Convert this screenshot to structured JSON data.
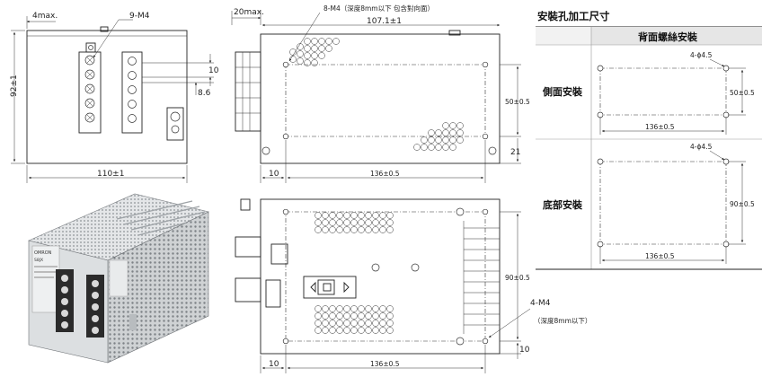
{
  "front_view": {
    "dim_4max": "4max.",
    "dim_screw": "9-M4",
    "dim_height": "92±1",
    "dim_10": "10",
    "dim_86": "8.6",
    "dim_width": "110±1"
  },
  "side_view": {
    "dim_20max": "20max.",
    "dim_screw": "8-M4（深度8mm以下 包含對向面）",
    "dim_length": "107.1±1",
    "dim_50": "50±0.5",
    "dim_21": "21",
    "dim_10": "10",
    "dim_136": "136±0.5"
  },
  "bottom_view": {
    "dim_90": "90±0.5",
    "dim_screw": "4-M4",
    "dim_screw_note": "（深度8mm以下）",
    "dim_10_right": "10",
    "dim_10": "10",
    "dim_136": "136±0.5"
  },
  "mount_table": {
    "title": "安裝孔加工尺寸",
    "header": "背面螺絲安裝",
    "rows": [
      {
        "label": "側面安裝",
        "holes": "4-ϕ4.5",
        "dim_v": "50±0.5",
        "dim_h": "136±0.5"
      },
      {
        "label": "底部安裝",
        "holes": "4-ϕ4.5",
        "dim_v": "90±0.5",
        "dim_h": "136±0.5"
      }
    ]
  },
  "photo": {
    "brand": "OMRON",
    "model": "S8JX"
  }
}
